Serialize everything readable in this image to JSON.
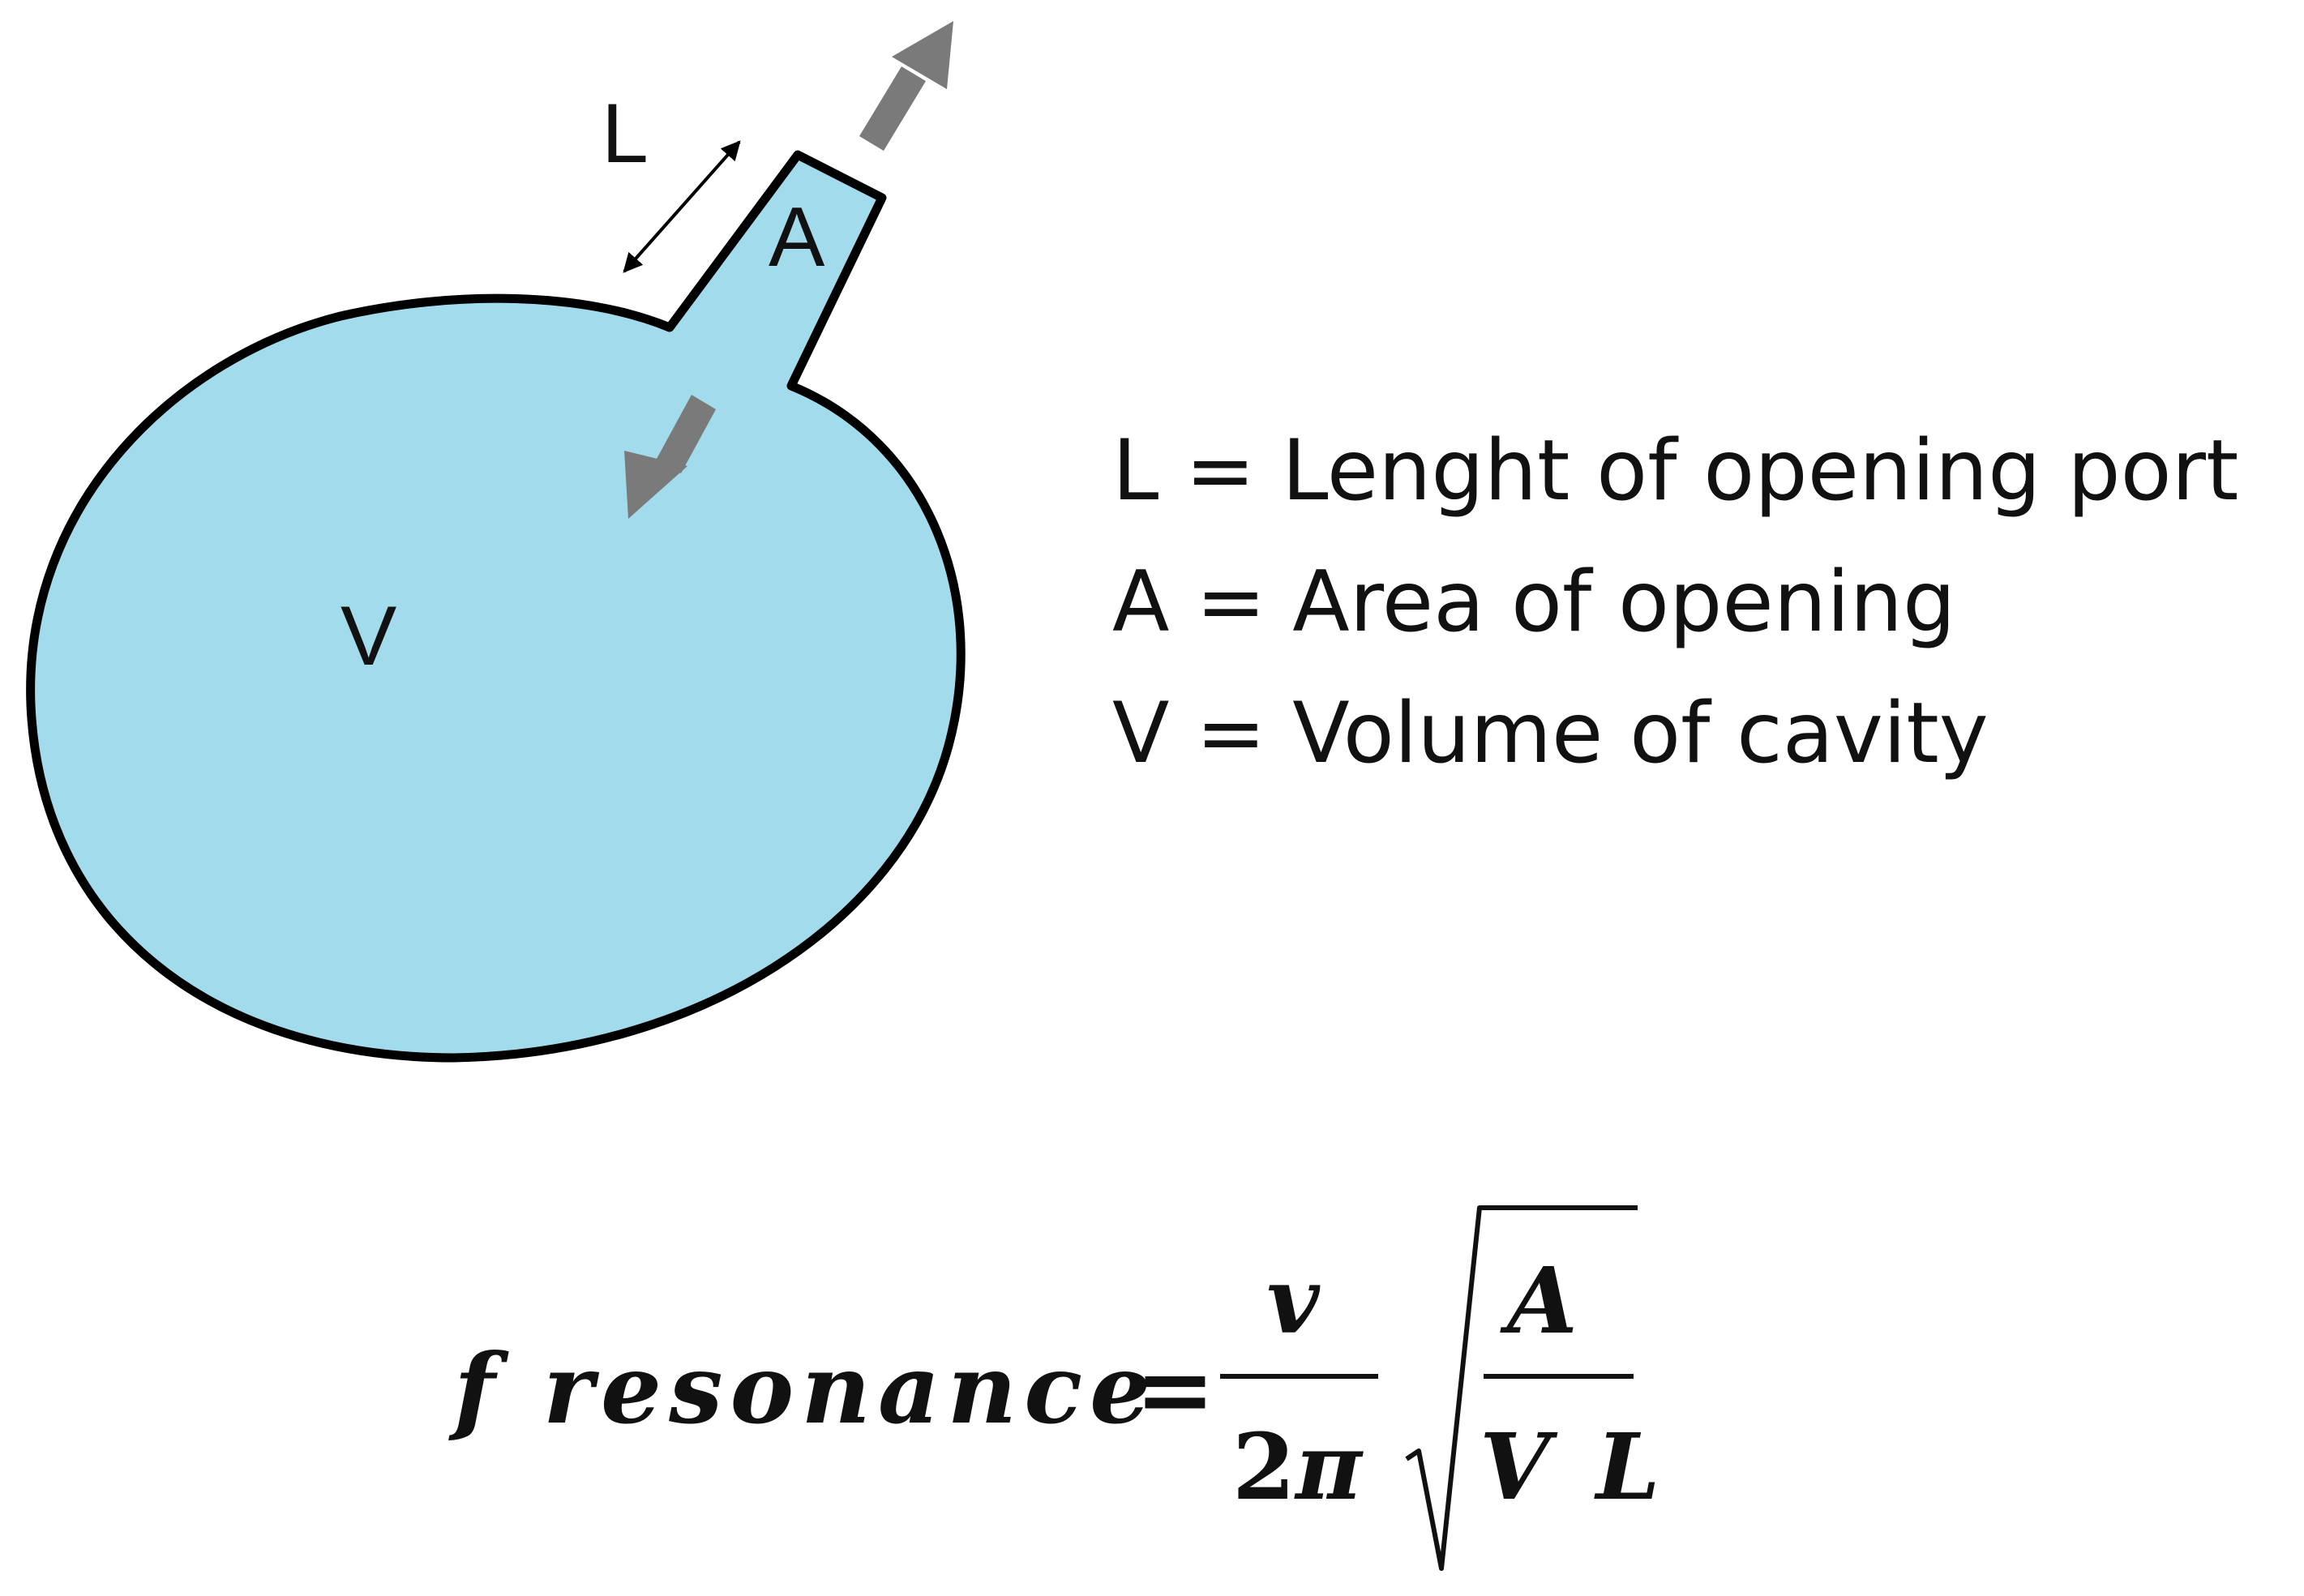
{
  "diagram": {
    "labels": {
      "length": "L",
      "area": "A",
      "volume": "V"
    },
    "colors": {
      "cavity_fill": "#a2dcec",
      "outline": "#000000",
      "flow_arrow": "#7a7a7a"
    }
  },
  "legend": [
    {
      "text": "L = Lenght of opening port"
    },
    {
      "text": "A = Area of opening"
    },
    {
      "text": "V = Volume of cavity"
    }
  ],
  "formula": {
    "lhs": "f resonance",
    "equals": "=",
    "fraction_numerator": "v",
    "fraction_denominator_number": "2",
    "fraction_denominator_symbol": "π",
    "root_numerator": "A",
    "root_denominator": "V L"
  }
}
